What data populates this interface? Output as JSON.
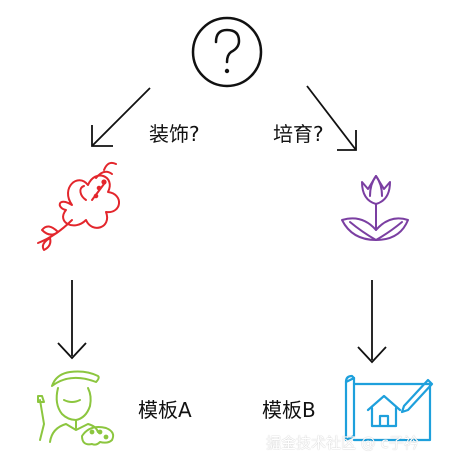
{
  "labels": {
    "left_question": "装饰?",
    "right_question": "培育?",
    "template_a": "模板A",
    "template_b": "模板B"
  },
  "watermark": "掘金技术社区 @ c子衿",
  "icons": {
    "top": "question-mark-circle-icon",
    "left_mid": "hibiscus-flower-icon",
    "right_mid": "tulip-icon",
    "left_bottom": "artist-with-palette-icon",
    "right_bottom": "house-blueprint-icon"
  },
  "colors": {
    "stroke": "#111111",
    "hibiscus": "#e3262c",
    "tulip": "#7b3fa2",
    "artist": "#8cc63f",
    "blueprint": "#1ea0dc"
  }
}
